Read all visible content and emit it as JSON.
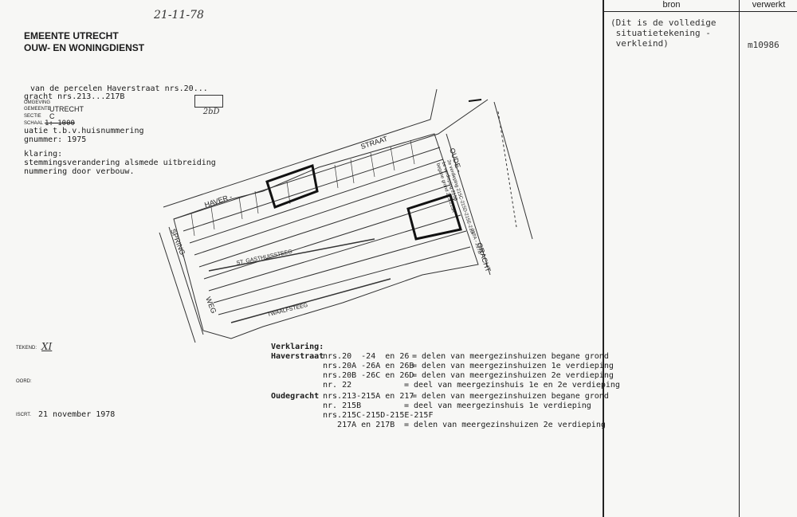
{
  "page": {
    "handwritten_date": "21-11-78",
    "stamp_code": "2bD"
  },
  "header": {
    "line1": "EMEENTE UTRECHT",
    "line2": "OUW- EN WONINGDIENST"
  },
  "info": {
    "subject_line1": "van de percelen Haverstraat nrs.20...",
    "subject_line2": "gracht nrs.213...217B",
    "omgeving_label": "OMGEVING",
    "gemeente_label": "GEMEENTE",
    "gemeente_value": "UTRECHT",
    "sectie_label": "SECTIE",
    "sectie_value": "C",
    "schaal_label": "SCHAAL",
    "schaal_value": "1: 1000",
    "situatie_line": "uatie t.b.v.huisnummering",
    "nummer_line": "gnummer: 1975",
    "verklaring_label": "klaring:",
    "verklaring_line1": "stemmingsverandering alsmede uitbreiding",
    "verklaring_line2": "nummering door verbouw."
  },
  "footer": {
    "getekend_label": "TEKEND:",
    "getekend_value": "XI",
    "akkoord_label": "OORD:",
    "datum_label": "ISCRT.",
    "datum_value": "21 november 1978"
  },
  "map_labels": {
    "haver": "HAVER -",
    "straat": "STRAAT",
    "spring": "SPRING-",
    "weg": "WEG",
    "oude": "OUDE -",
    "gracht": "GRACHT",
    "gasthuissteeg": "ST. GASTHUISSTEEG",
    "twaalfsteeg": "TWAALFSTEEG",
    "verdieping_note": "2e verdieping 215C-215D-215E-215F\n1e verdieping 215B\nbegane grond 213-215A",
    "right_strip": "217A - 217B"
  },
  "legend": {
    "title": "Verklaring:",
    "groups": [
      {
        "street": "Haverstraat",
        "rows": [
          {
            "nrs": "nrs.20  -24  en 26",
            "desc": "= delen van meergezinshuizen begane grond"
          },
          {
            "nrs": "nrs.20A -26A en 26B",
            "desc": "= delen van meergezinshuizen 1e verdieping"
          },
          {
            "nrs": "nrs.20B -26C en 26D",
            "desc": "= delen van meergezinshuizen 2e verdieping"
          },
          {
            "nrs": "nr. 22",
            "desc": "= deel van meergezinshuis 1e en 2e verdieping"
          }
        ]
      },
      {
        "street": "Oudegracht",
        "rows": [
          {
            "nrs": "nrs.213-215A en 217",
            "desc": "= delen van meergezinshuizen begane grond"
          },
          {
            "nrs": "nr. 215B",
            "desc": "= deel van meergezinshuis 1e verdieping"
          },
          {
            "nrs": "nrs.215C-215D-215E-215F",
            "desc": ""
          },
          {
            "nrs": "   217A en 217B",
            "desc": "= delen van meergezinshuizen 2e verdieping"
          }
        ]
      }
    ]
  },
  "side_panel": {
    "col_bron": "bron",
    "col_verwerkt": "verwerkt",
    "bron_text": "(Dit is de volledige\n situatietekening -\n verkleind)",
    "verwerkt_text": "m10986"
  }
}
